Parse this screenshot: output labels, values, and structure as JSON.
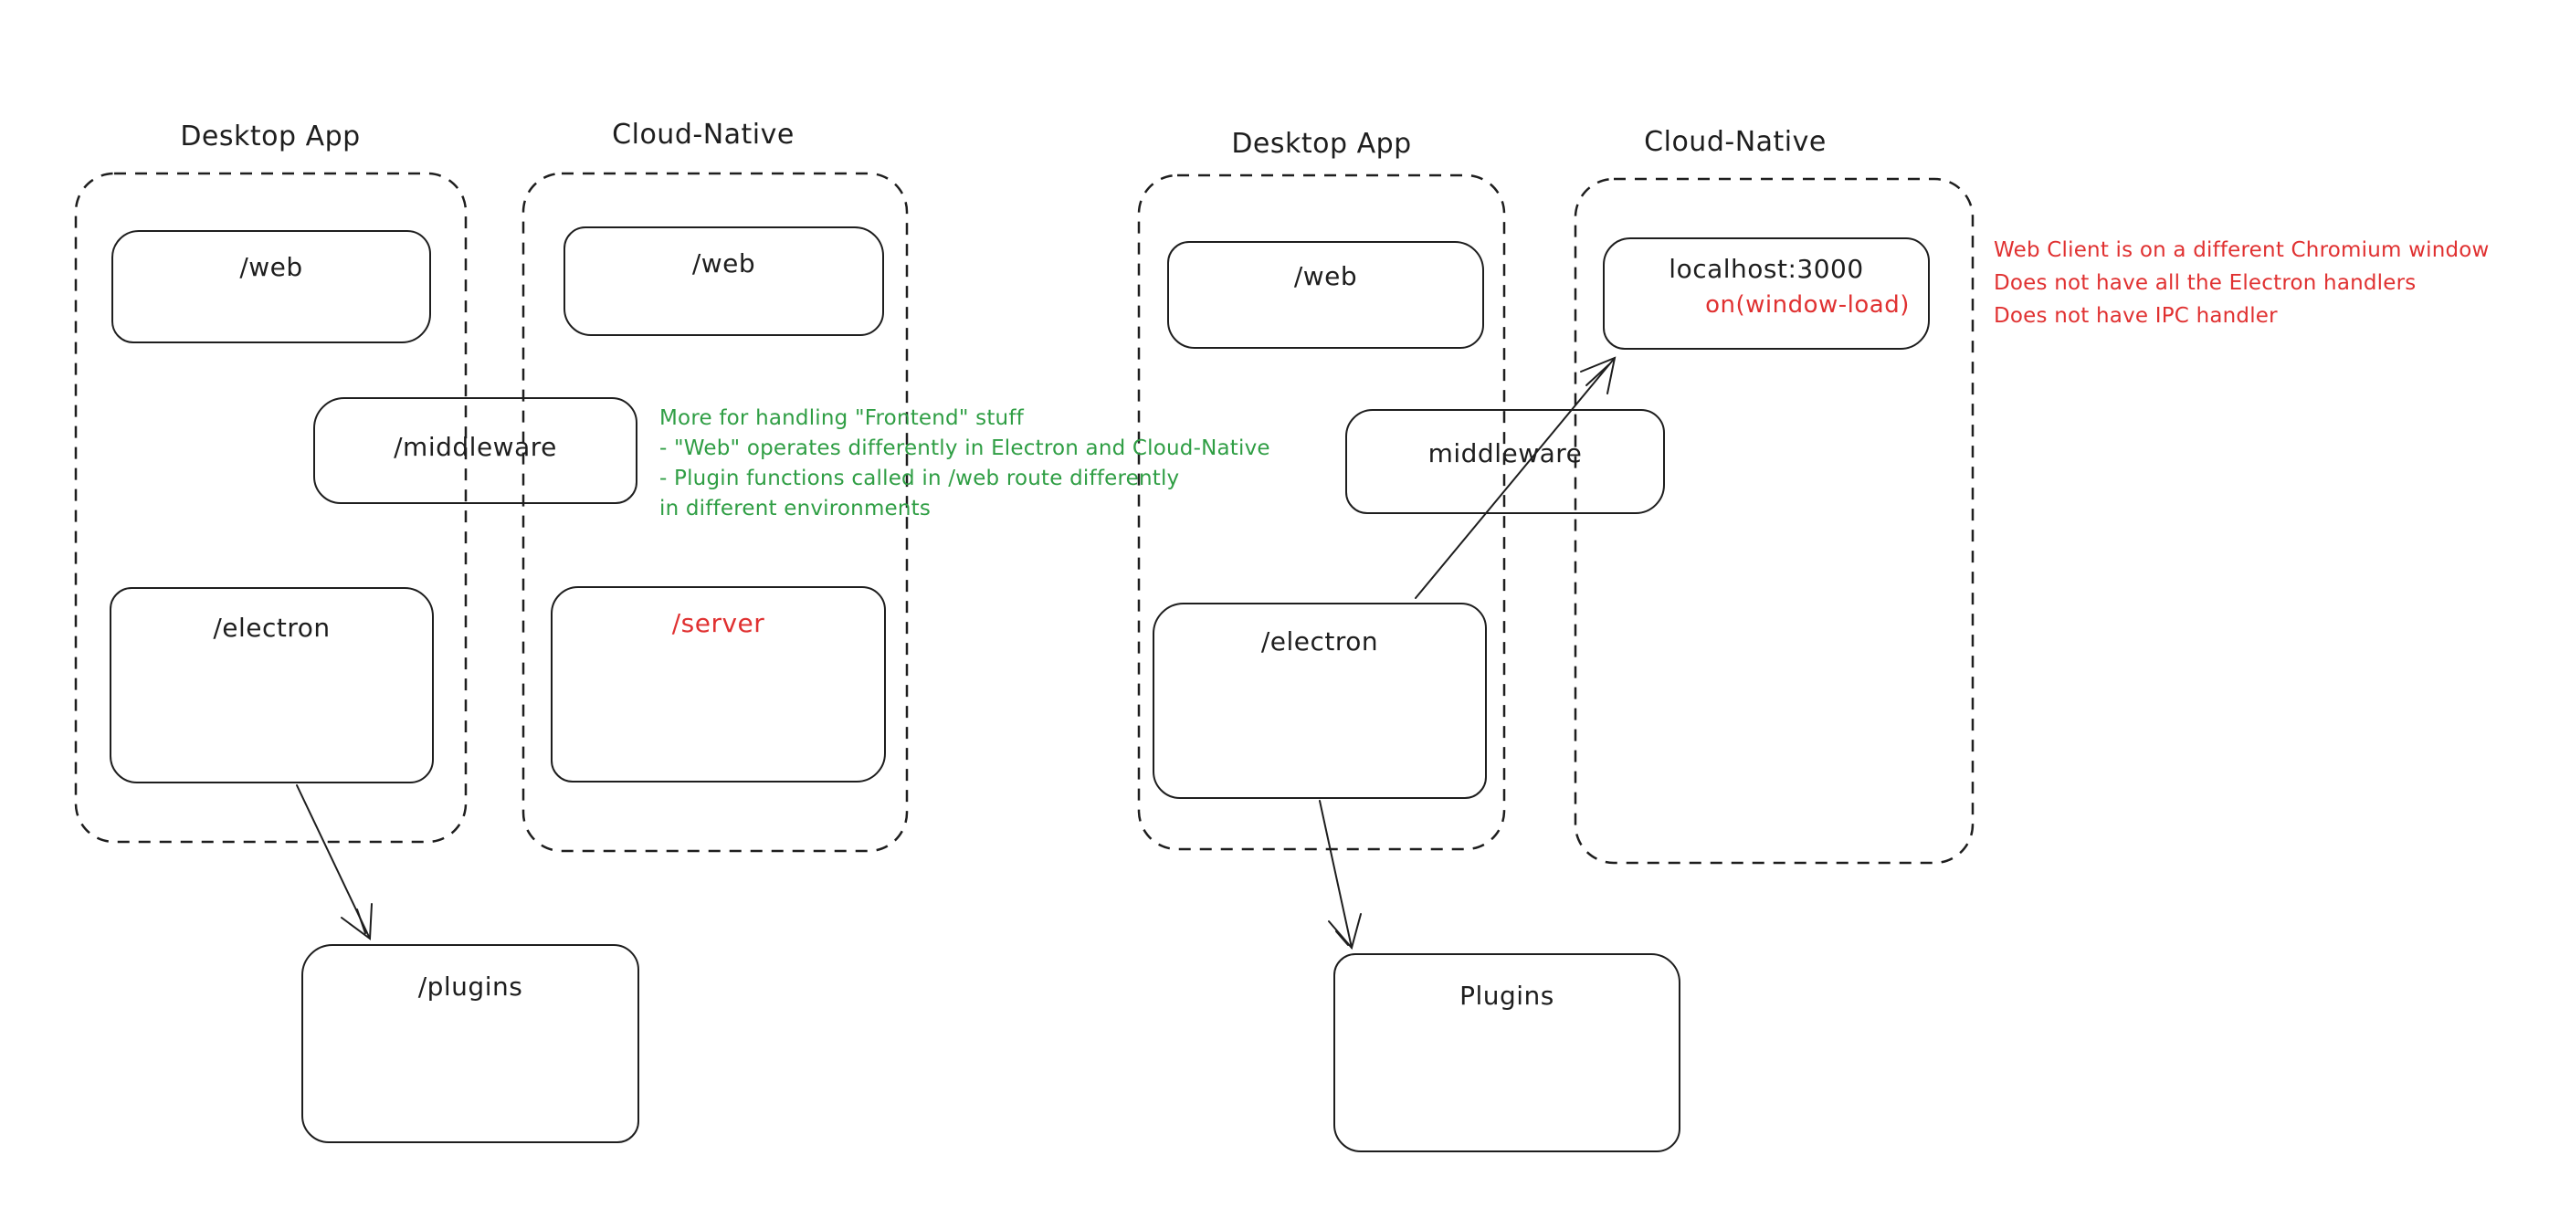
{
  "colors": {
    "ink": "#1e1e1e",
    "green": "#2f9e44",
    "red": "#e03131",
    "background": "#ffffff"
  },
  "left_diagram": {
    "desktop_container_label": "Desktop App",
    "cloud_container_label": "Cloud-Native",
    "web_desktop": "/web",
    "web_cloud": "/web",
    "middleware": "/middleware",
    "electron": "/electron",
    "server": "/server",
    "plugins": "/plugins"
  },
  "right_diagram": {
    "desktop_container_label": "Desktop App",
    "cloud_container_label": "Cloud-Native",
    "web": "/web",
    "middleware": "middleware",
    "electron": "/electron",
    "localhost": "localhost:3000",
    "window_load": "on(window-load)",
    "plugins": "Plugins"
  },
  "green_note": {
    "line1": "More for handling \"Frontend\" stuff",
    "line2": "- \"Web\" operates differently in Electron and Cloud-Native",
    "line3": "- Plugin functions called in /web route differently",
    "line4": "in different environments"
  },
  "red_note": {
    "line1": "Web Client is on a different Chromium window",
    "line2": "Does not have all the Electron handlers",
    "line3": "Does not have IPC handler"
  }
}
